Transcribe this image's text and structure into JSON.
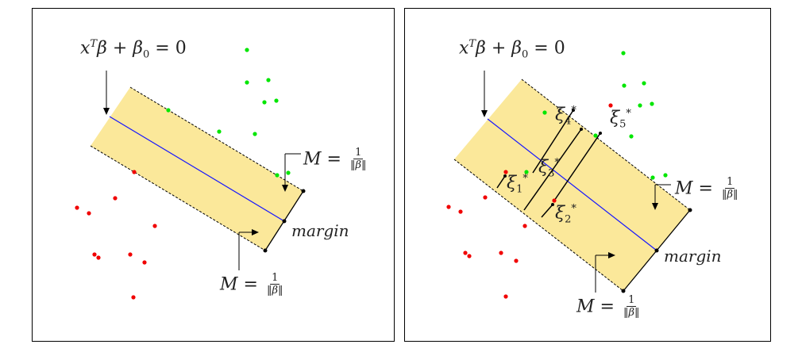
{
  "colors": {
    "band_fill": "#fbe89a",
    "hyperplane": "#1515ff",
    "class_pos": "#00e600",
    "class_neg": "#f00000",
    "ink": "#000000"
  },
  "left": {
    "hyperplane_label": "x^T β + β_0 = 0",
    "hyperplane_eq": {
      "x": "x",
      "T": "T",
      "beta": "β",
      "plus": "+",
      "beta0": "β",
      "zero_sub": "0",
      "eq": "=",
      "rhs": "0"
    },
    "margin_top": {
      "lhs": "M =",
      "num": "1",
      "den": "‖β‖"
    },
    "margin_bottom": {
      "lhs": "M =",
      "num": "1",
      "den": "‖β‖"
    },
    "margin_word": "margin"
  },
  "right": {
    "hyperplane_eq": {
      "x": "x",
      "T": "T",
      "beta": "β",
      "plus": "+",
      "beta0": "β",
      "zero_sub": "0",
      "eq": "=",
      "rhs": "0"
    },
    "margin_top": {
      "lhs": "M =",
      "num": "1",
      "den": "‖β‖"
    },
    "margin_bottom": {
      "lhs": "M =",
      "num": "1",
      "den": "‖β‖"
    },
    "margin_word": "margin",
    "slacks": [
      {
        "sym": "ξ",
        "sub": "1",
        "sup": "*"
      },
      {
        "sym": "ξ",
        "sub": "2",
        "sup": "*"
      },
      {
        "sym": "ξ",
        "sub": "3",
        "sup": "*"
      },
      {
        "sym": "ξ",
        "sub": "4",
        "sup": "*"
      },
      {
        "sym": "ξ",
        "sub": "5",
        "sup": "*"
      }
    ]
  }
}
